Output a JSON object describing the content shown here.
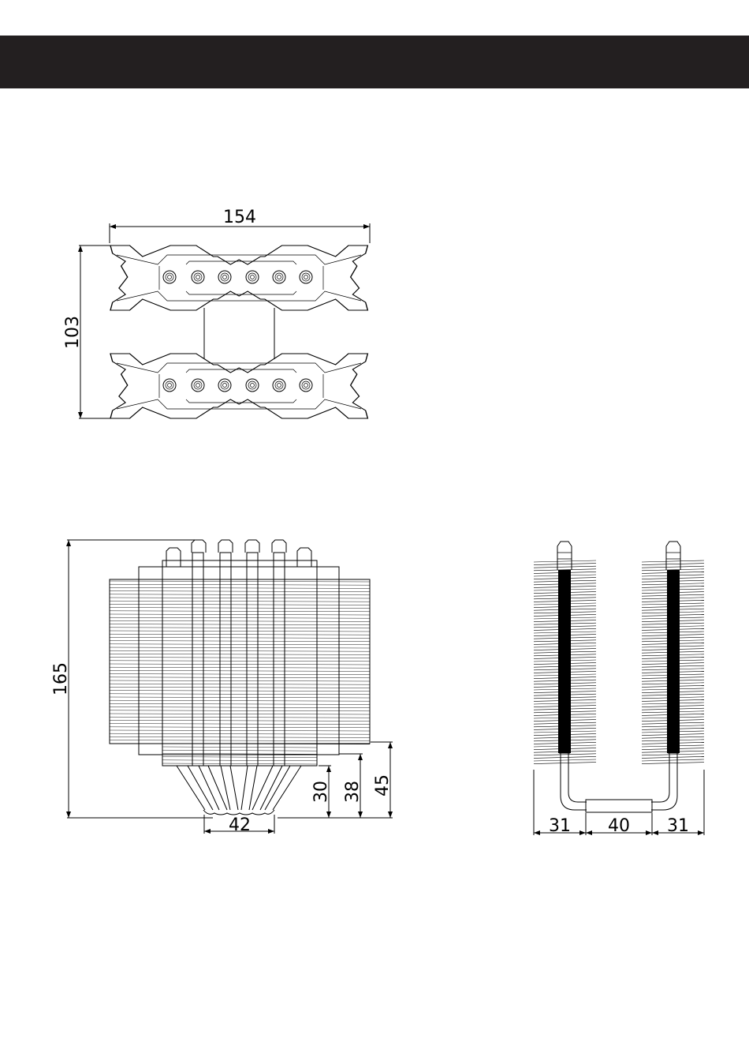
{
  "dimensions": {
    "top_width": "154",
    "top_depth": "103",
    "side_height": "165",
    "base_width": "42",
    "clearance_1": "30",
    "clearance_2": "38",
    "clearance_3": "45",
    "front_left": "31",
    "front_center": "40",
    "front_right": "31"
  }
}
